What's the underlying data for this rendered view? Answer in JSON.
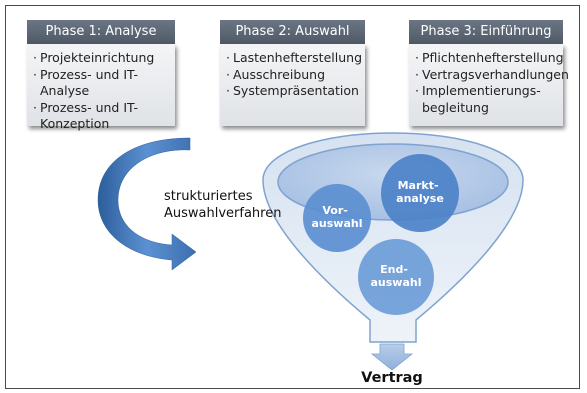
{
  "phases": [
    {
      "title": "Phase 1: Analyse",
      "items": [
        "Projekteinrichtung",
        "Prozess- und IT-Analyse",
        "Prozess- und IT-\nKonzeption"
      ]
    },
    {
      "title": "Phase 2: Auswahl",
      "items": [
        "Lastenhefterstellung",
        "Ausschreibung",
        "Systempräsentation"
      ]
    },
    {
      "title": "Phase 3: Einführung",
      "items": [
        "Pflichtenhefterstellung",
        "Vertragsverhandlungen",
        "Implementierungs-\nbegleitung"
      ]
    }
  ],
  "flow_label": "strukturiertes\nAuswahlverfahren",
  "funnel": {
    "circles": [
      {
        "label_lines": [
          "Vor-",
          "auswahl"
        ]
      },
      {
        "label_lines": [
          "Markt-",
          "analyse"
        ]
      },
      {
        "label_lines": [
          "End-",
          "auswahl"
        ]
      }
    ]
  },
  "result_label": "Vertrag",
  "colors": {
    "header": "#5b6573",
    "arrow": "#4a7fc0",
    "circle": "#5b8fd0",
    "funnel_outline": "#7fa3cf"
  }
}
